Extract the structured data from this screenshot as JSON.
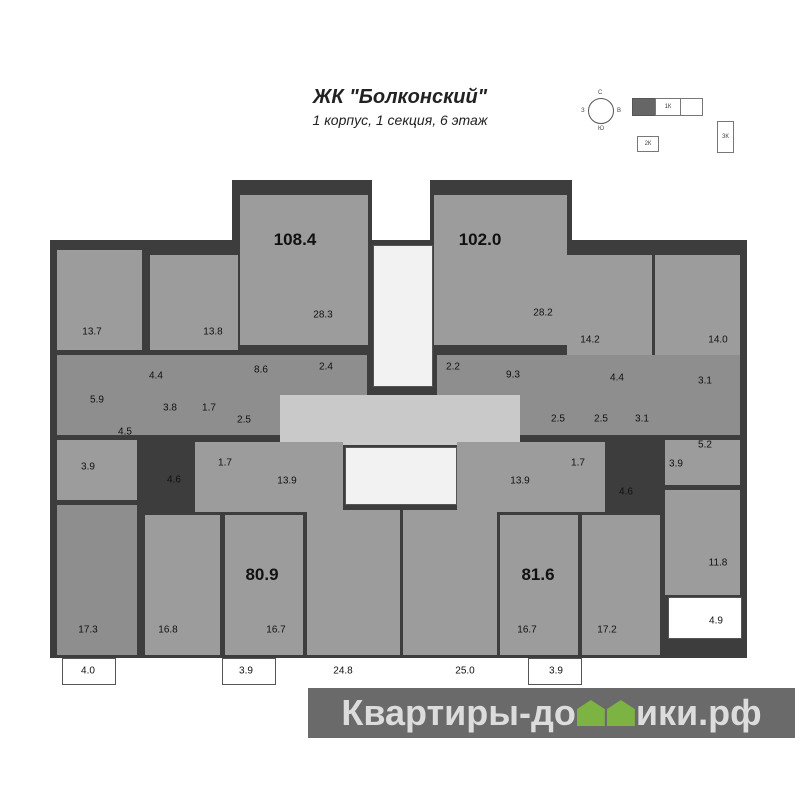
{
  "header": {
    "title": "ЖК \"Болконский\"",
    "subtitle": "1 корпус, 1 секция,  6 этаж"
  },
  "keyplan": {
    "compass": {
      "n": "С",
      "s": "Ю",
      "w": "З",
      "e": "В"
    },
    "blocks": [
      "1К",
      "2К",
      "3К"
    ]
  },
  "apartments": [
    "108.4",
    "102.0",
    "80.9",
    "81.6"
  ],
  "areas": [
    "13.7",
    "13.8",
    "28.3",
    "28.2",
    "14.2",
    "14.0",
    "4.4",
    "8.6",
    "2.4",
    "2.2",
    "9.3",
    "4.4",
    "3.1",
    "5.9",
    "3.8",
    "1.7",
    "4.5",
    "2.5",
    "2.5",
    "2.5",
    "3.1",
    "5.2",
    "3.9",
    "1.7",
    "4.6",
    "13.9",
    "13.9",
    "1.7",
    "4.6",
    "3.9",
    "11.8",
    "17.3",
    "16.8",
    "16.7",
    "24.8",
    "25.0",
    "16.7",
    "17.2",
    "4.9",
    "4.0",
    "3.9",
    "3.9"
  ],
  "watermark": {
    "part1": "Квартиры-до",
    "part2": "ики.рф",
    "full": "Квартиры-домики.рф"
  },
  "colors": {
    "wall": "#3d3d3d",
    "room": "#9c9c9c",
    "accent": "#7cb342"
  }
}
